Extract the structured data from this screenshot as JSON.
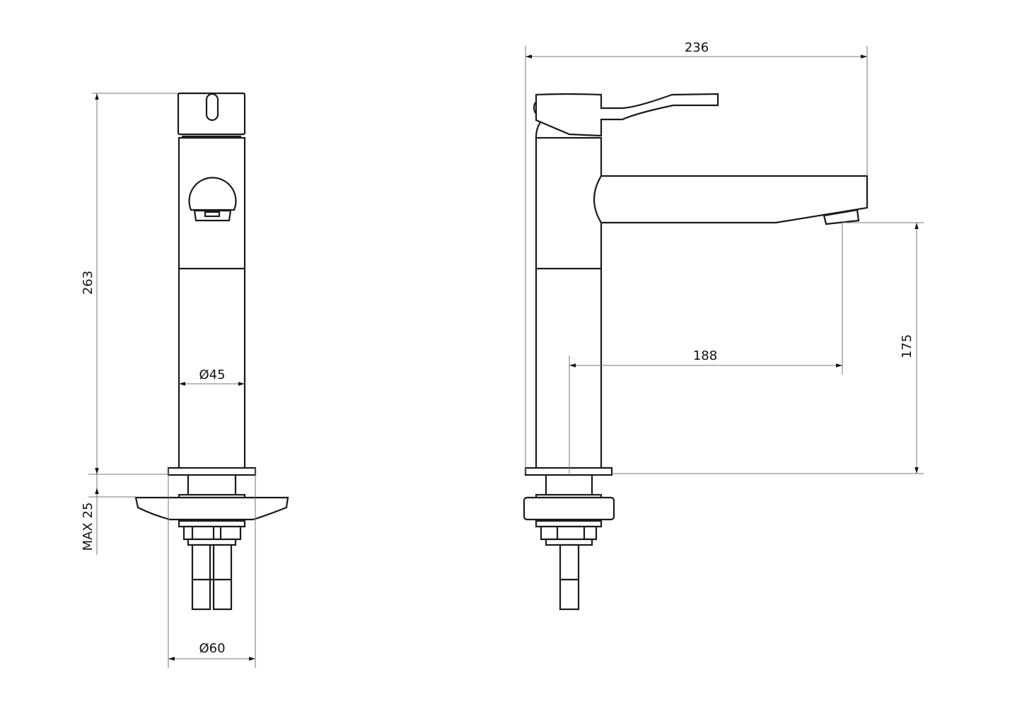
{
  "drawing": {
    "front_view": {
      "dimensions": {
        "height": "263",
        "clamp_thickness": "MAX 25",
        "body_diameter": "Ø45",
        "base_diameter": "Ø60"
      }
    },
    "side_view": {
      "dimensions": {
        "overall_length": "236",
        "spout_reach": "188",
        "spout_height": "175"
      }
    },
    "line_color": "#1a1a1a",
    "dimension_line_color": "#777777"
  }
}
